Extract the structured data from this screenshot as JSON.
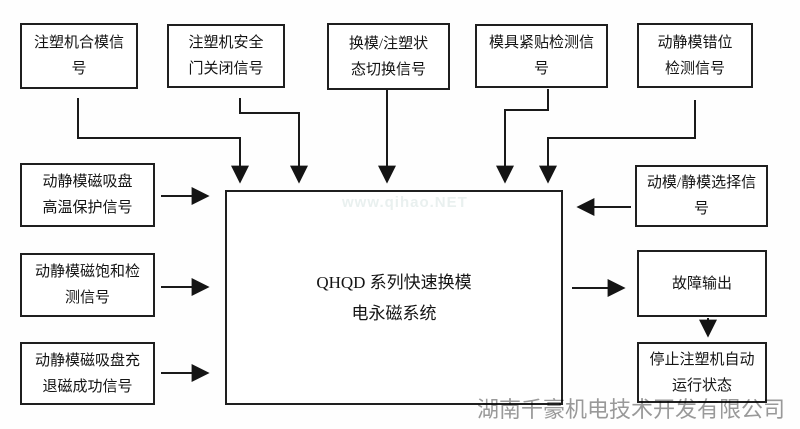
{
  "boxes": {
    "top1": {
      "line1": "注塑机合模信",
      "line2": "号"
    },
    "top2": {
      "line1": "注塑机安全",
      "line2": "门关闭信号"
    },
    "top3": {
      "line1": "换模/注塑状",
      "line2": "态切换信号"
    },
    "top4": {
      "line1": "模具紧贴检测信",
      "line2": "号"
    },
    "top5": {
      "line1": "动静模错位",
      "line2": "检测信号"
    },
    "left1": {
      "line1": "动静模磁吸盘",
      "line2": "高温保护信号"
    },
    "left2": {
      "line1": "动静模磁饱和检",
      "line2": "测信号"
    },
    "left3": {
      "line1": "动静模磁吸盘充",
      "line2": "退磁成功信号"
    },
    "right1": {
      "line1": "动模/静模选择信",
      "line2": "号"
    },
    "right2": {
      "line1": "故障输出",
      "line2": ""
    },
    "right3": {
      "line1": "停止注塑机自动",
      "line2": "运行状态"
    },
    "center": {
      "line1": "QHQD 系列快速换模",
      "line2": "电永磁系统"
    }
  },
  "watermarks": {
    "site": "www.qihao.NET",
    "company": "湖南千豪机电技术开发有限公司"
  },
  "colors": {
    "line": "#1a1a1a",
    "text": "#141414",
    "watermark_gray": "#9a9a9a",
    "background": "#fefefe"
  }
}
